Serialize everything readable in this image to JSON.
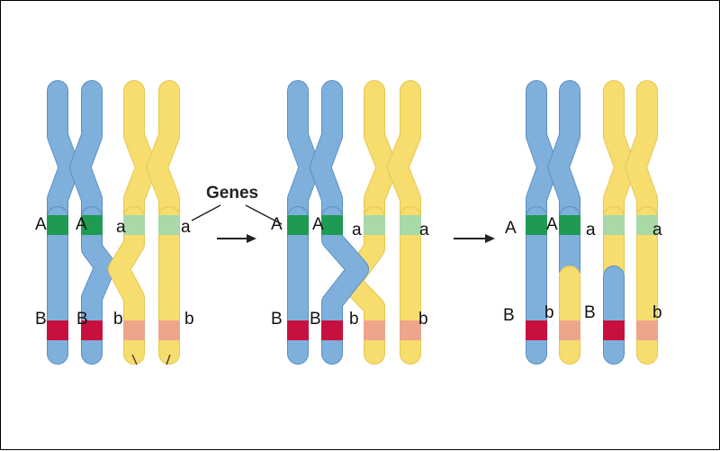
{
  "callout": {
    "text": "Genes"
  },
  "colors": {
    "blue": "#7fb0dc",
    "blue_edge": "#5b8fc4",
    "yellow": "#f7dd6e",
    "yellow_edge": "#e7c74f",
    "gene_A": "#1f9a52",
    "gene_a": "#a8d9a6",
    "gene_B": "#c8103e",
    "gene_b": "#eda58c",
    "arrow": "#222222"
  },
  "stages": [
    {
      "name": "stage-1",
      "labels": [
        "A",
        "A",
        "a",
        "a",
        "B",
        "B",
        "b",
        "b"
      ]
    },
    {
      "name": "stage-2",
      "labels": [
        "A",
        "A",
        "a",
        "a",
        "B",
        "B",
        "b",
        "b"
      ]
    },
    {
      "name": "stage-3",
      "labels": [
        "A",
        "A",
        "a",
        "a",
        "B",
        "b",
        "B",
        "b"
      ]
    }
  ]
}
